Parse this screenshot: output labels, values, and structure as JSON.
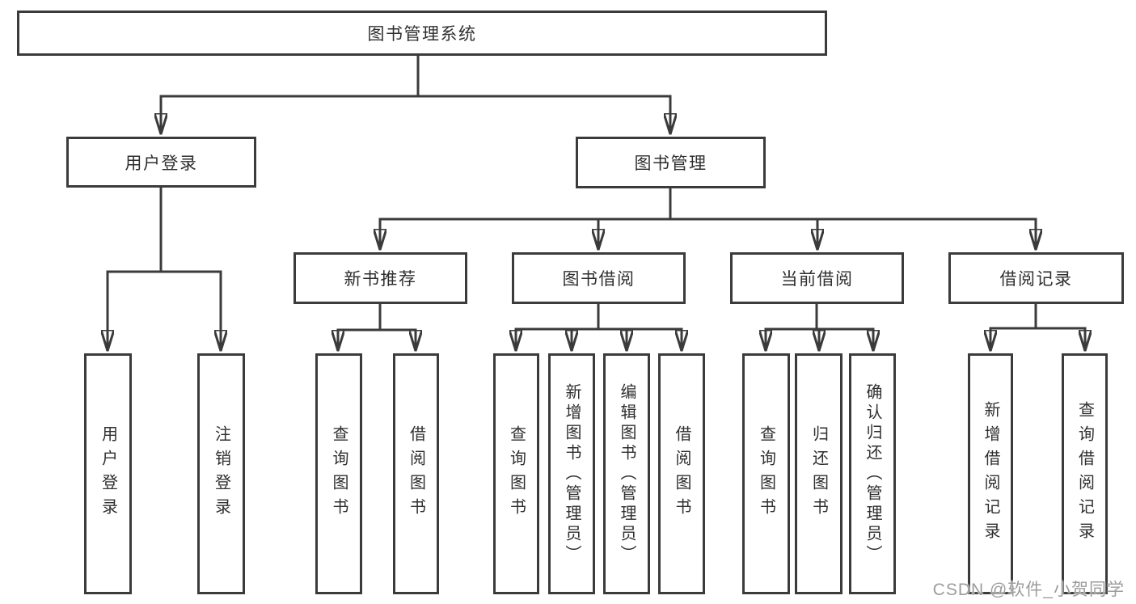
{
  "diagram": {
    "title": "图书管理系统",
    "branches": [
      {
        "label": "用户登录",
        "children": [
          {
            "label": "用户登录"
          },
          {
            "label": "注销登录"
          }
        ]
      },
      {
        "label": "图书管理",
        "children": [
          {
            "label": "新书推荐",
            "children": [
              {
                "label": "查询图书"
              },
              {
                "label": "借阅图书"
              }
            ]
          },
          {
            "label": "图书借阅",
            "children": [
              {
                "label": "查询图书"
              },
              {
                "label": "新增图书（管理员）"
              },
              {
                "label": "编辑图书（管理员）"
              },
              {
                "label": "借阅图书"
              }
            ]
          },
          {
            "label": "当前借阅",
            "children": [
              {
                "label": "查询图书"
              },
              {
                "label": "归还图书"
              },
              {
                "label": "确认归还（管理员）"
              }
            ]
          },
          {
            "label": "借阅记录",
            "children": [
              {
                "label": "新增借阅记录"
              },
              {
                "label": "查询借阅记录"
              }
            ]
          }
        ]
      }
    ]
  },
  "watermark": {
    "text": "CSDN @软件_小贺同学"
  },
  "colors": {
    "line": "#3b3b3b",
    "text": "#2f2f2f",
    "background": "#ffffff",
    "watermark": "#9c9c9c"
  }
}
